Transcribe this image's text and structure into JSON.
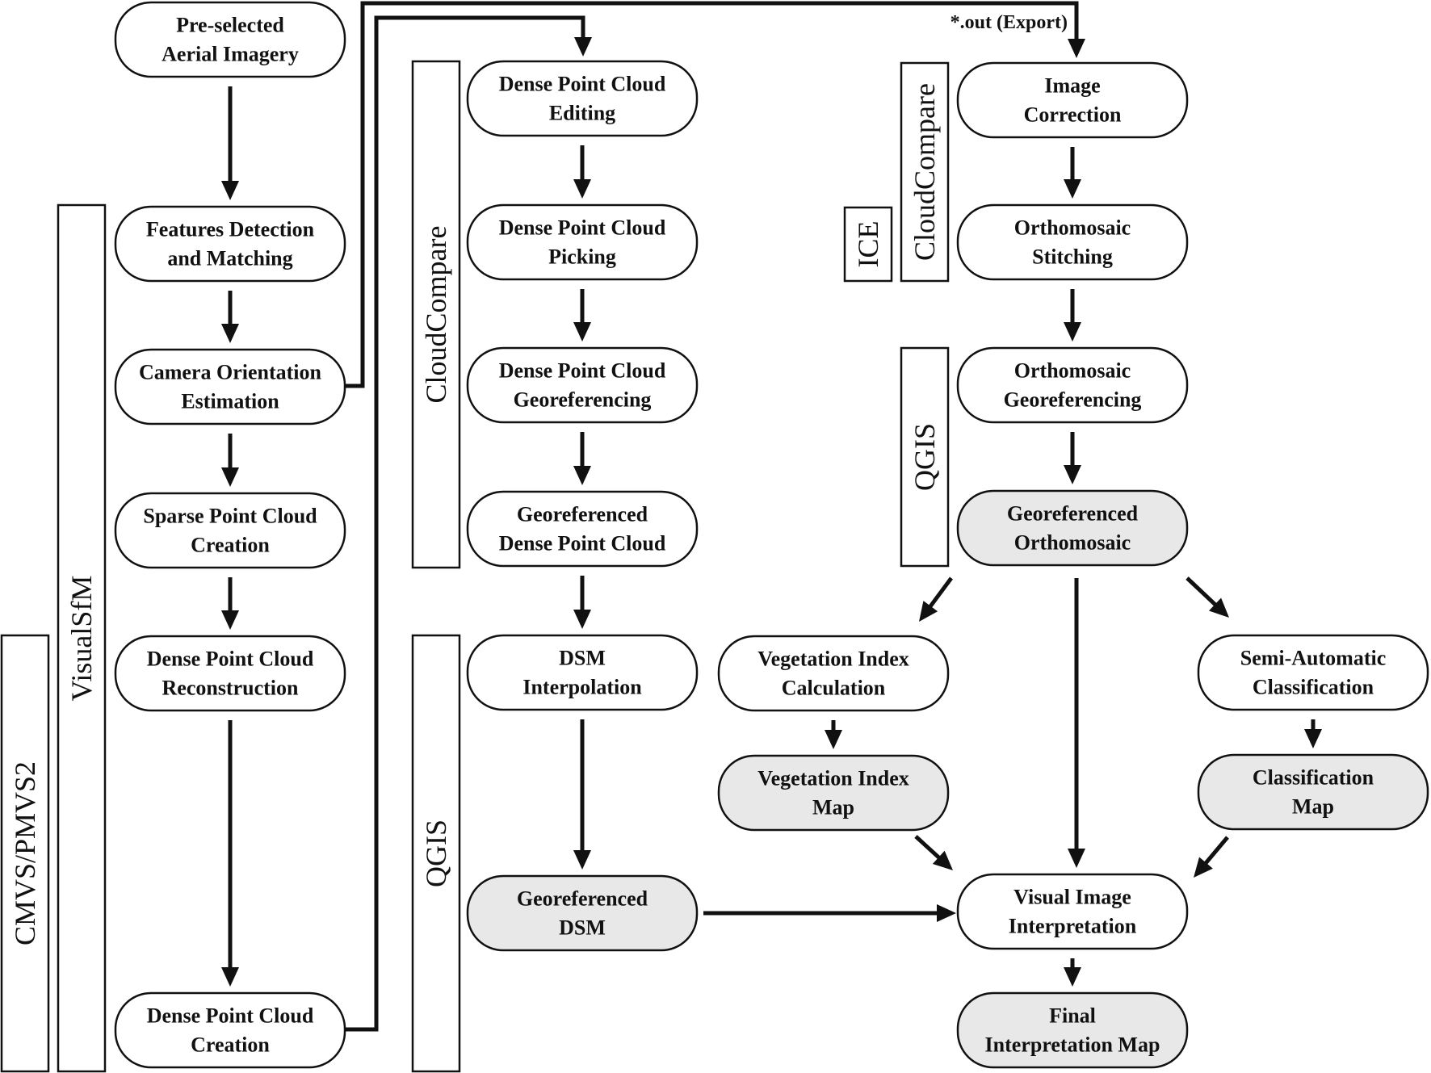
{
  "colors": {
    "stroke": "#111111",
    "node_fill": "#ffffff",
    "output_fill": "#e8e8e8"
  },
  "nodes": {
    "aerial": [
      "Pre-selected",
      "Aerial Imagery"
    ],
    "features": [
      "Features Detection",
      "and Matching"
    ],
    "camera": [
      "Camera Orientation",
      "Estimation"
    ],
    "sparse": [
      "Sparse Point Cloud",
      "Creation"
    ],
    "dense_recon": [
      "Dense Point Cloud",
      "Reconstruction"
    ],
    "dense_creation": [
      "Dense Point Cloud",
      "Creation"
    ],
    "dpc_editing": [
      "Dense Point Cloud",
      "Editing"
    ],
    "dpc_picking": [
      "Dense Point Cloud",
      "Picking"
    ],
    "dpc_georef": [
      "Dense Point Cloud",
      "Georeferencing"
    ],
    "georef_dpc": [
      "Georeferenced",
      "Dense Point Cloud"
    ],
    "dsm_interp": [
      "DSM",
      "Interpolation"
    ],
    "georef_dsm": [
      "Georeferenced",
      "DSM"
    ],
    "image_corr": [
      "Image",
      "Correction"
    ],
    "ortho_stitch": [
      "Orthomosaic",
      "Stitching"
    ],
    "ortho_georef": [
      "Orthomosaic",
      "Georeferencing"
    ],
    "georef_ortho": [
      "Georeferenced",
      "Orthomosaic"
    ],
    "veg_calc": [
      "Vegetation Index",
      "Calculation"
    ],
    "veg_map": [
      "Vegetation Index",
      "Map"
    ],
    "semi_auto": [
      "Semi-Automatic",
      "Classification"
    ],
    "class_map": [
      "Classification",
      "Map"
    ],
    "visual_interp": [
      "Visual Image",
      "Interpretation"
    ],
    "final_map": [
      "Final",
      "Interpretation Map"
    ]
  },
  "groups": {
    "cmvs": "CMVS/PMVS2",
    "visualsfm": "VisualSfM",
    "cloudcompare_mid": "CloudCompare",
    "qgis_mid": "QGIS",
    "ice": "ICE",
    "cloudcompare_right": "CloudCompare",
    "qgis_right": "QGIS"
  },
  "export_label": "*.out (Export)"
}
